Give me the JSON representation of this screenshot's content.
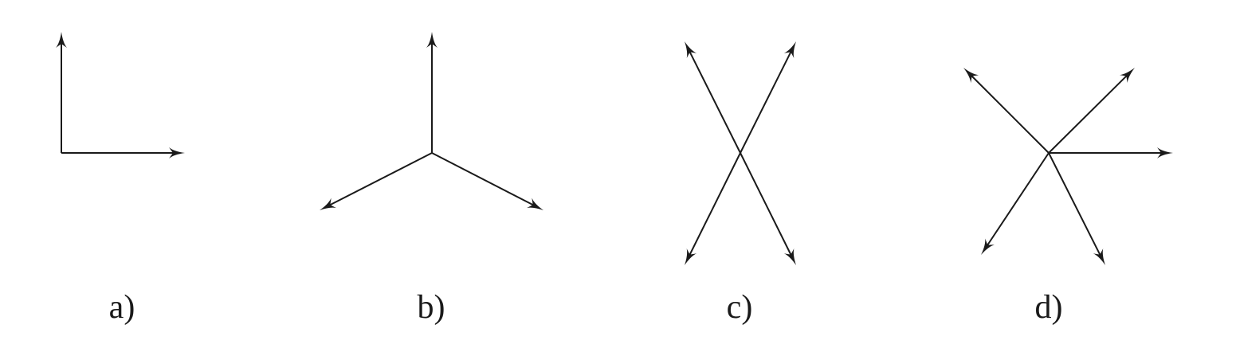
{
  "figure": {
    "panels": [
      {
        "id": "a",
        "label": "a)",
        "ray_count": 2
      },
      {
        "id": "b",
        "label": "b)",
        "ray_count": 3
      },
      {
        "id": "c",
        "label": "c)",
        "ray_count": 4
      },
      {
        "id": "d",
        "label": "d)",
        "ray_count": 5
      }
    ],
    "colors": {
      "ink": "#1a1a1a",
      "background": "#ffffff"
    }
  }
}
